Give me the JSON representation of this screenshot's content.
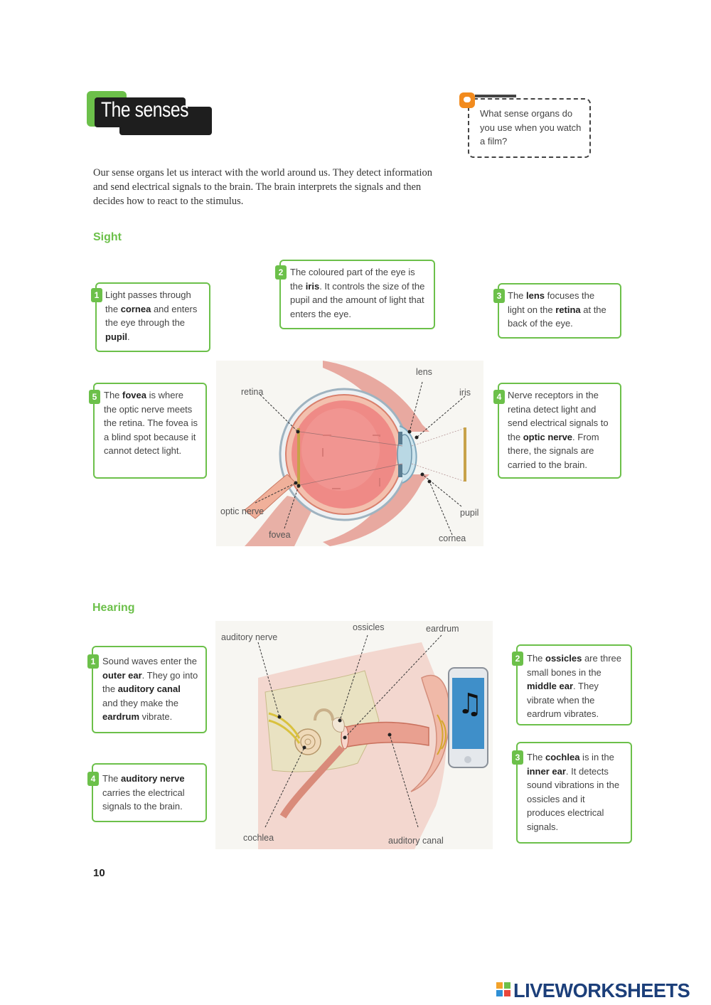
{
  "title": "The senses",
  "question": "What sense organs do you use when you watch a film?",
  "intro": "Our sense organs let us interact with the world around us. They detect information and send electrical signals to the brain. The brain interprets the signals and then decides how to react to the stimulus.",
  "sight": {
    "heading": "Sight",
    "callouts": [
      {
        "num": "1",
        "parts": [
          "Light passes through the ",
          "cornea",
          " and enters the eye through the ",
          "pupil",
          "."
        ]
      },
      {
        "num": "2",
        "parts": [
          "The coloured part of the eye is the ",
          "iris",
          ". It controls the size of the pupil and the amount of light that enters the eye."
        ]
      },
      {
        "num": "3",
        "parts": [
          "The ",
          "lens",
          " focuses the light on the ",
          "retina",
          " at the back of the eye."
        ]
      },
      {
        "num": "4",
        "parts": [
          "Nerve receptors in the retina detect light and send electrical signals to the ",
          "optic nerve",
          ". From there, the signals are carried to the brain."
        ]
      },
      {
        "num": "5",
        "parts": [
          "The ",
          "fovea",
          " is where the optic nerve meets the retina. The fovea is a blind spot because it cannot detect light."
        ]
      }
    ],
    "labels": {
      "retina": "retina",
      "lens": "lens",
      "iris": "iris",
      "optic_nerve": "optic nerve",
      "fovea": "fovea",
      "pupil": "pupil",
      "cornea": "cornea"
    }
  },
  "hearing": {
    "heading": "Hearing",
    "callouts": [
      {
        "num": "1",
        "parts": [
          "Sound waves enter the ",
          "outer ear",
          ". They go into the ",
          "auditory canal",
          " and they make the ",
          "eardrum",
          " vibrate."
        ]
      },
      {
        "num": "2",
        "parts": [
          "The ",
          "ossicles",
          " are three small bones in the ",
          "middle ear",
          ". They vibrate when the eardrum vibrates."
        ]
      },
      {
        "num": "3",
        "parts": [
          "The ",
          "cochlea",
          " is in the ",
          "inner ear",
          ". It detects sound vibrations in the ossicles and it produces electrical signals."
        ]
      },
      {
        "num": "4",
        "parts": [
          "The ",
          "auditory nerve",
          " carries the electrical signals to the brain."
        ]
      }
    ],
    "labels": {
      "auditory_nerve": "auditory nerve",
      "ossicles": "ossicles",
      "eardrum": "eardrum",
      "cochlea": "cochlea",
      "auditory_canal": "auditory canal"
    }
  },
  "page_number": "10",
  "watermark": "LIVEWORKSHEETS",
  "colors": {
    "accent": "#6cc04a",
    "question": "#f28b1e",
    "title_bg": "#1e1e1e"
  }
}
